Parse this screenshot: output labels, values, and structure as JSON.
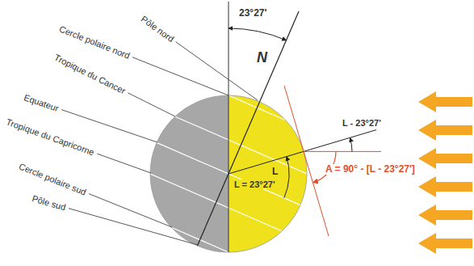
{
  "diagram": {
    "labels": [
      "Pôle nord",
      "Cercle polaire nord",
      "Tropique du Cancer",
      "Equateur",
      "Tropique du Capricorne",
      "Cercle polaire sud",
      "Pôle sud",
      "23°27'",
      "N",
      "L = 23°27'",
      "L",
      "L - 23°27'",
      "A = 90° - [L - 23°27']"
    ]
  }
}
